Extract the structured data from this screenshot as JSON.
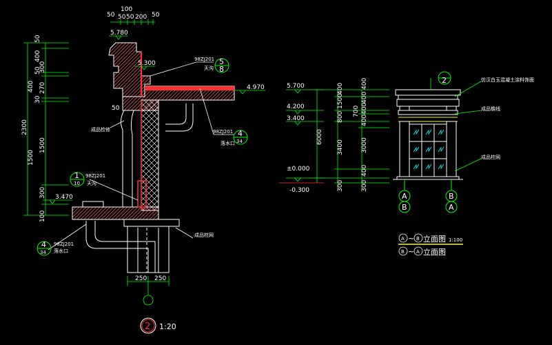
{
  "colors": {
    "background": "#000000",
    "dim_line": "#00ff00",
    "outline": "#ffffff",
    "section_fill": "#ff4040",
    "title_underline": "#ffff00",
    "wall_hatch": "#ffffff"
  },
  "section": {
    "top_dims": [
      "100",
      "50",
      "50",
      "50",
      "200",
      "50"
    ],
    "elev_top": "5.780",
    "elev_5300": "5.300",
    "elev_4970": "4.970",
    "elev_3470": "3.470",
    "left_dims": [
      "50",
      "400",
      "300",
      "50",
      "400",
      "270",
      "30",
      "1500",
      "300",
      "100"
    ],
    "left_total": "2300",
    "left_inner_1500": "1500",
    "dim_50_mid": "50",
    "ref_roof_code": "98ZJ201",
    "ref_roof_note": "天沟",
    "ref_roof_num": "5",
    "ref_roof_den": "8",
    "ref_mid_code": "98ZJ201",
    "ref_mid_note": "落水口",
    "ref_mid_num": "4",
    "ref_mid_den": "34",
    "ref_left_code": "98ZJ201",
    "ref_left_note": "天沟",
    "ref_left_num": "1",
    "ref_left_den": "10",
    "ref_low_code": "98ZJ201",
    "ref_low_note": "落水口",
    "ref_low_num": "4",
    "ref_low_den": "34",
    "note_left": "成品检修",
    "note_right": "成品柱网",
    "bottom_dims": [
      "250",
      "250"
    ],
    "title_num": "2",
    "title_scale": "1:20"
  },
  "elevation": {
    "elev_5700": "5.700",
    "elev_4200": "4.200",
    "elev_3400": "3.400",
    "elev_0": "±0.000",
    "elev_m300": "-0.300",
    "dims_a": [
      "400",
      "1500",
      "800",
      "3400"
    ],
    "dims_b": [
      "400",
      "400",
      "400",
      "700",
      "400",
      "3000",
      "400",
      "300"
    ],
    "total": "6000",
    "dim_300": "300",
    "ref_top": "2",
    "note_1": "仿汉白玉混凝土涂料饰面",
    "note_2": "成品檐线",
    "note_3": "成品柱网",
    "axis_l_top": "A",
    "axis_l_bot": "B",
    "axis_r_top": "B",
    "axis_r_bot": "A",
    "legend1_a": "A",
    "legend1_sep": "~",
    "legend1_b": "B",
    "legend1_text": "立面图",
    "legend1_scale": "1:100",
    "legend2_a": "B",
    "legend2_sep": "~",
    "legend2_b": "A",
    "legend2_text": "立面图"
  }
}
